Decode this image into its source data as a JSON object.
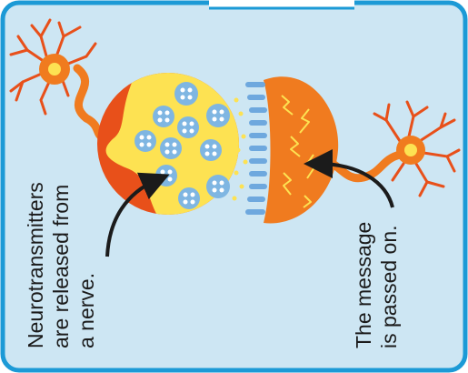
{
  "labels": {
    "left_line1": "Neurotransmitters",
    "left_line2": "are released from",
    "left_line3": "a nerve.",
    "right_line1": "The message",
    "right_line2": "is passed on."
  },
  "colors": {
    "background": "#cde6f3",
    "border": "#1c9ad6",
    "neuron_orange": "#f07b1f",
    "neuron_dark": "#e8501a",
    "bulb_yellow": "#fde252",
    "vesicle_blue": "#7fb6e2",
    "receptor_blue": "#6ea8de",
    "text": "#1b1b1b"
  }
}
